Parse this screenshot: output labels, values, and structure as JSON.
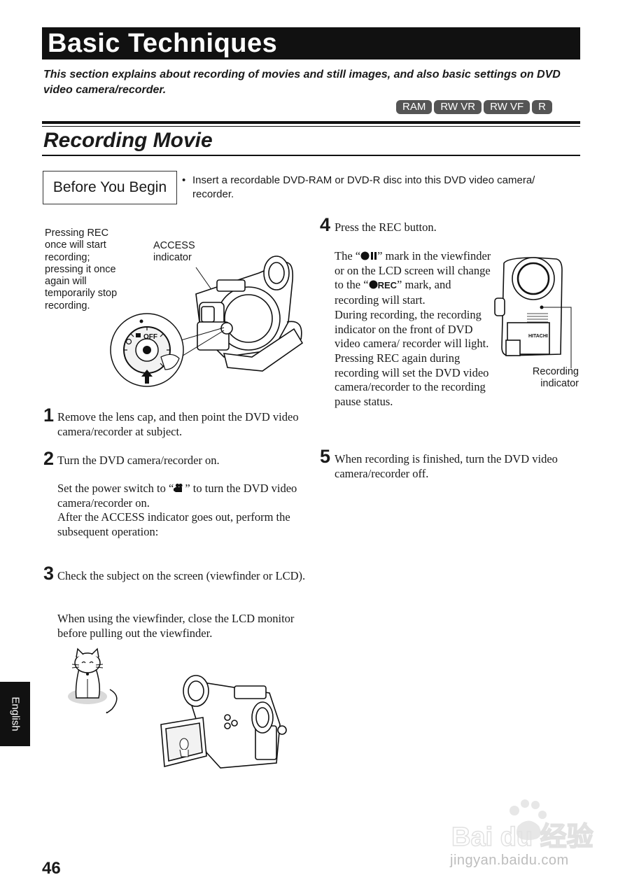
{
  "page": {
    "title": "Basic Techniques",
    "intro": "This section explains about recording of movies and still images, and also basic settings on DVD video camera/recorder.",
    "tags": [
      "RAM",
      "RW VR",
      "RW VF",
      "R"
    ],
    "section_title": "Recording Movie",
    "before_label": "Before You Begin",
    "before_bullet": "•",
    "before_text": "Insert a recordable DVD-RAM or DVD-R disc into this DVD video camera/ recorder.",
    "side_tab": "English",
    "page_number": "46"
  },
  "captions": {
    "rec": "Pressing REC once will start recording; pressing it once again will temporarily stop recording.",
    "access": "ACCESS indicator",
    "recording_indicator": "Recording indicator",
    "dial_off": "OFF",
    "brand": "HITACHI"
  },
  "steps": [
    {
      "num": "1",
      "head": "Remove the lens cap, and then point the DVD video camera/recorder at subject.",
      "body": []
    },
    {
      "num": "2",
      "head": "Turn the DVD camera/recorder on.",
      "body": [
        "Set the power switch to “",
        "” to turn the DVD video camera/recorder on.",
        "After the ACCESS indicator goes out, perform the subsequent operation:"
      ]
    },
    {
      "num": "3",
      "head": "Check the subject on the screen (viewfinder or LCD).",
      "body": [
        "When using the viewfinder, close the LCD monitor before pulling out the viewfinder."
      ]
    },
    {
      "num": "4",
      "head": "Press the REC button.",
      "body": [
        "The “",
        "” mark in the viewfinder or on the LCD screen will change to the “",
        "REC",
        "” mark, and recording will start.",
        "During recording, the recording indicator on the front of DVD video camera/ recorder will light.",
        "Pressing REC again during recording will set the DVD video camera/recorder to the recording pause status."
      ]
    },
    {
      "num": "5",
      "head": "When recording is finished, turn the DVD video camera/recorder off.",
      "body": []
    }
  ],
  "watermark": {
    "logo": "Bai du 经验",
    "url": "jingyan.baidu.com"
  }
}
